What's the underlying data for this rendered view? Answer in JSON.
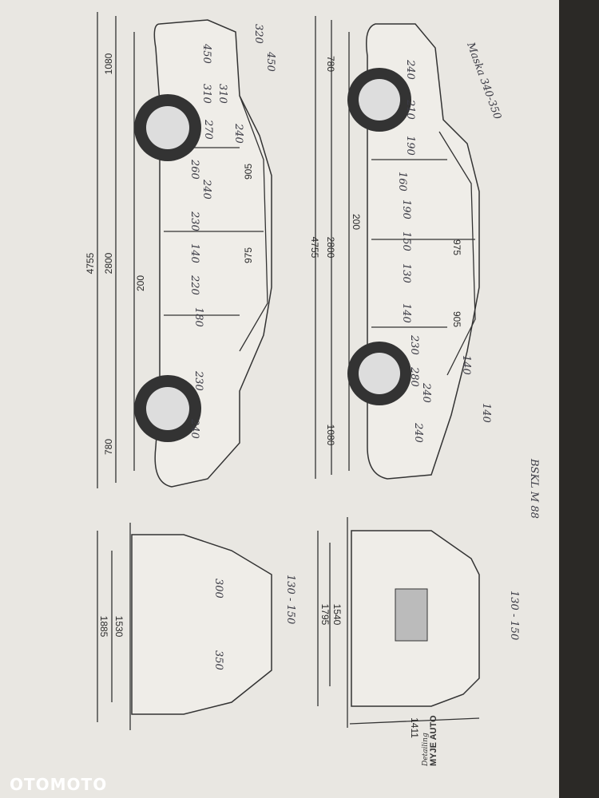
{
  "watermark": "OTOMOTO",
  "stamp": {
    "lines": [
      "Detailing",
      "MYJE AUTO"
    ]
  },
  "left_side_view": {
    "dimensions": [
      "1080",
      "2800",
      "4755",
      "780",
      "200",
      "975",
      "905"
    ],
    "handwritten": [
      "320",
      "450",
      "450",
      "310",
      "310",
      "270",
      "240",
      "260",
      "240",
      "230",
      "140",
      "220",
      "180",
      "230",
      "240"
    ]
  },
  "right_side_view": {
    "dimensions": [
      "780",
      "2800",
      "4755",
      "1080",
      "200",
      "975",
      "905"
    ],
    "handwritten_title": "Maska 340-350",
    "handwritten": [
      "240",
      "210",
      "190",
      "160",
      "190",
      "150",
      "130",
      "140",
      "230",
      "280",
      "240",
      "240",
      "140",
      "140"
    ]
  },
  "rear_view": {
    "dimensions": [
      "1530",
      "1885"
    ],
    "handwritten": [
      "130 - 150",
      "300",
      "350"
    ]
  },
  "front_view": {
    "dimensions": [
      "1540",
      "1795",
      "1411"
    ],
    "handwritten": [
      "130 - 150"
    ]
  },
  "handwritten_note": "BSKL M 88",
  "colors": {
    "paper": "#e9e7e2",
    "ink": "#333333",
    "dark_edge": "#2b2926"
  }
}
